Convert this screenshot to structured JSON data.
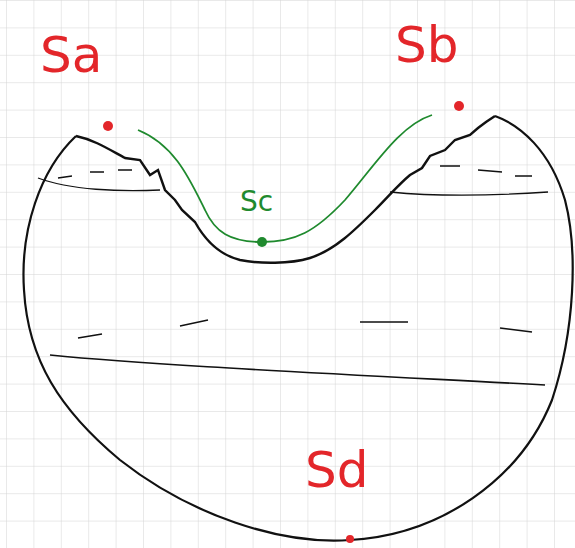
{
  "diagram": {
    "labels": [
      "Sa",
      "Sb",
      "Sc",
      "Sd"
    ]
  }
}
